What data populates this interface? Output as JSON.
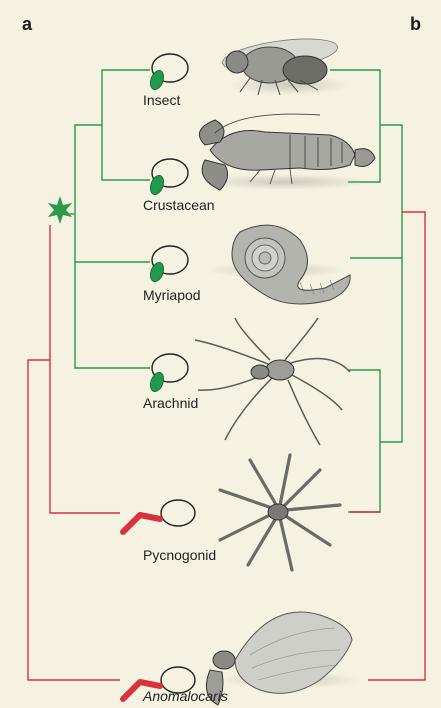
{
  "panels": {
    "left": "a",
    "right": "b"
  },
  "taxa": [
    {
      "name": "Insect",
      "head_type": "green-lobe",
      "image": "fruit-fly"
    },
    {
      "name": "Crustacean",
      "head_type": "green-lobe",
      "image": "lobster"
    },
    {
      "name": "Myriapod",
      "head_type": "green-lobe",
      "image": "coiled-millipede"
    },
    {
      "name": "Arachnid",
      "head_type": "green-lobe",
      "image": "spider"
    },
    {
      "name": "Pycnogonid",
      "head_type": "red-appendage",
      "image": "sea-spider"
    },
    {
      "name": "Anomalocaris",
      "head_type": "red-appendage",
      "image": "anomalocaris"
    }
  ],
  "colors": {
    "green": "#2a9a48",
    "red": "#d8323c",
    "background": "#f6f2e2",
    "ink": "#222222"
  },
  "icons": {
    "node_marker": "green-star-icon"
  }
}
